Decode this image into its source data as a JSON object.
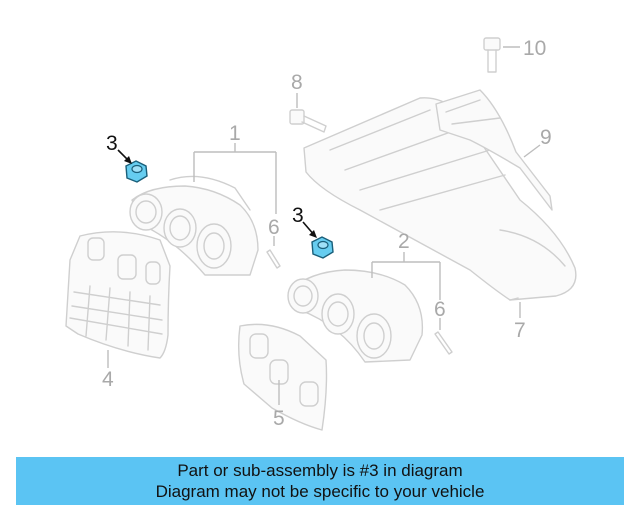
{
  "callouts": {
    "c1": "1",
    "c2": "2",
    "c3a": "3",
    "c3b": "3",
    "c4": "4",
    "c5": "5",
    "c6a": "6",
    "c6b": "6",
    "c7": "7",
    "c8": "8",
    "c9": "9",
    "c10": "10"
  },
  "banner": {
    "line1": "Part or sub-assembly is #3 in diagram",
    "line2": "Diagram may not be specific to your vehicle"
  },
  "colors": {
    "highlight_part": "#66cdf0",
    "banner_bg": "#5bc4f3",
    "line_art": "#cfcfcf"
  }
}
